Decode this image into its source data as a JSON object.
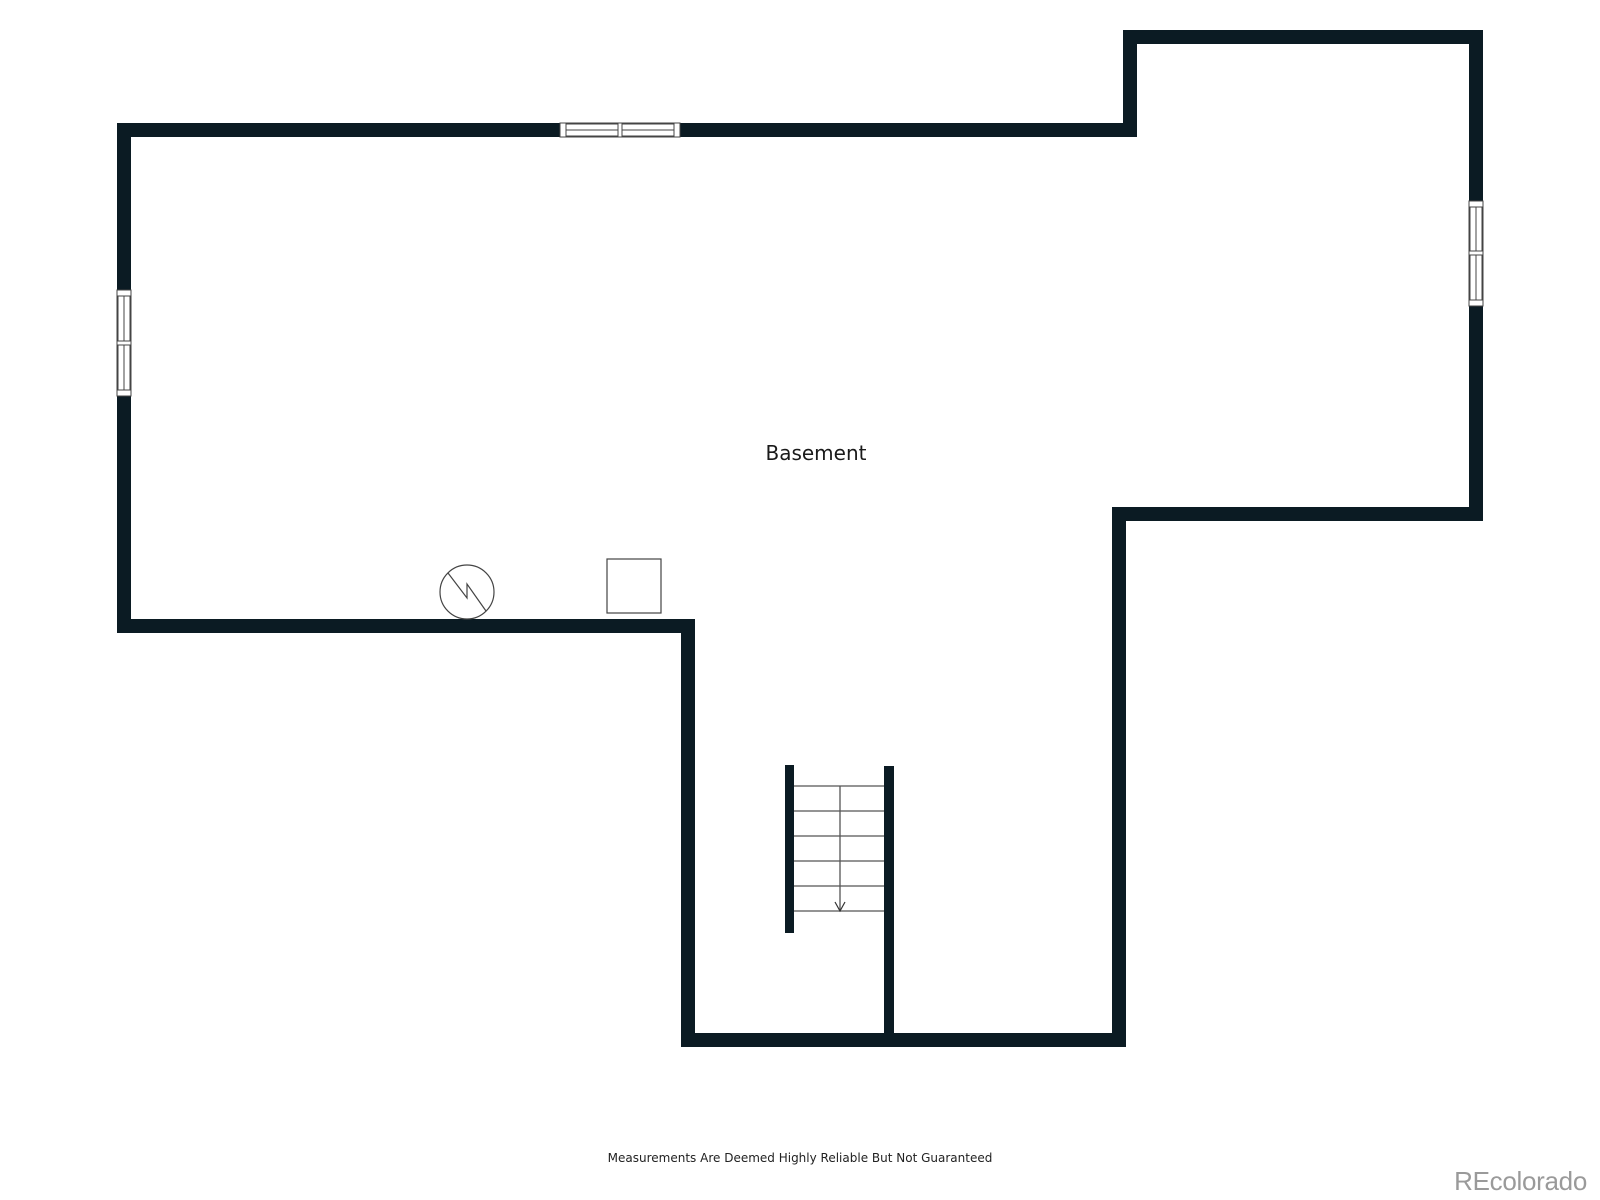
{
  "plan": {
    "floor_name": "Basement",
    "wall_color": "#0b1b23",
    "fixture_stroke": "#444444",
    "rooms": [
      {
        "label": "Basement"
      }
    ],
    "fixtures": [
      {
        "type": "water-heater",
        "symbol": "circle-with-zigzag"
      },
      {
        "type": "furnace",
        "symbol": "square"
      },
      {
        "type": "stairs",
        "direction": "down",
        "treads": 6
      }
    ],
    "windows": [
      {
        "wall": "top"
      },
      {
        "wall": "left"
      },
      {
        "wall": "right"
      }
    ]
  },
  "footer": {
    "disclaimer": "Measurements Are Deemed Highly Reliable But Not Guaranteed",
    "brand": "REcolorado",
    "brand_color": "#9a9a9a"
  }
}
